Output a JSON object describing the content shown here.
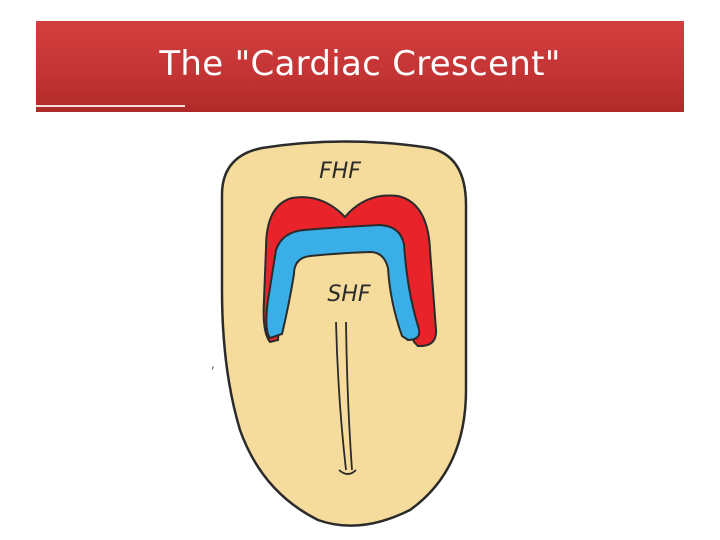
{
  "slide": {
    "title": "The \"Cardiac Crescent\""
  },
  "diagram": {
    "labels": {
      "fhf": "FHF",
      "shf": "SHF"
    },
    "stray_mark": ",",
    "colors": {
      "title_bar": "#c53535",
      "embryo_fill": "#f6dc9c",
      "embryo_stroke": "#2b2b2b",
      "fhf_fill": "#e8232a",
      "shf_fill": "#3aaee6"
    }
  }
}
